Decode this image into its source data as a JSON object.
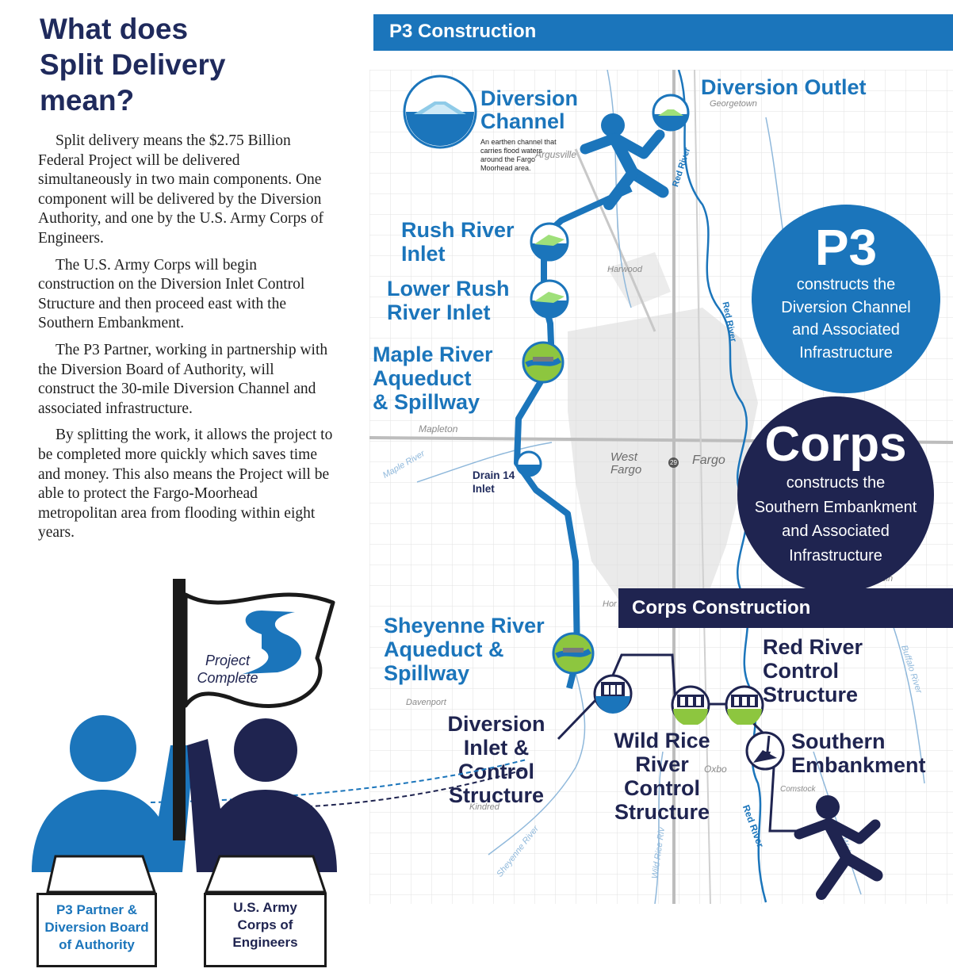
{
  "heading": {
    "line1": "What does",
    "line2": "Split Delivery",
    "line3": "mean?"
  },
  "paragraphs": [
    "Split delivery means the $2.75 Billion Federal Project will be delivered simultaneously in two main components. One component will be delivered by the Diversion Authority, and one by the U.S. Army Corps of Engineers.",
    "The U.S. Army Corps will begin construction on the Diversion Inlet Control Structure and then proceed east with the Southern Embankment.",
    "The P3 Partner, working in partnership with the Diversion Board of Authority, will construct the 30-mile Diversion Channel and associated infrastructure.",
    "By splitting the work, it allows the project to be completed more quickly which saves time and money. This also means the Project will be able to protect the Fargo-Moorhead metropolitan area from flooding within eight years."
  ],
  "banners": {
    "p3": "P3 Construction",
    "corps": "Corps Construction"
  },
  "channel": {
    "line1": "Diversion",
    "line2": "Channel",
    "desc": "An earthen channel that carries flood waters around the Fargo Moorhead area."
  },
  "labels": {
    "outlet": "Diversion Outlet",
    "rush_1": "Rush River",
    "rush_2": "Inlet",
    "lower_1": "Lower Rush",
    "lower_2": "River Inlet",
    "maple_1": "Maple River",
    "maple_2": "Aqueduct",
    "maple_3": "& Spillway",
    "drain_1": "Drain 14",
    "drain_2": "Inlet",
    "sheyenne_1": "Sheyenne River",
    "sheyenne_2": "Aqueduct &",
    "sheyenne_3": "Spillway",
    "inlet_1": "Diversion",
    "inlet_2": "Inlet &",
    "inlet_3": "Control",
    "inlet_4": "Structure",
    "wild_1": "Wild Rice",
    "wild_2": "River",
    "wild_3": "Control",
    "wild_4": "Structure",
    "redctrl_1": "Red River",
    "redctrl_2": "Control",
    "redctrl_3": "Structure",
    "southern_1": "Southern",
    "southern_2": "Embankment"
  },
  "towns": {
    "georgetown": "Georgetown",
    "argusville": "Argusville",
    "harwood": "Harwood",
    "mapleton": "Mapleton",
    "west_fargo_1": "West",
    "west_fargo_2": "Fargo",
    "fargo": "Fargo",
    "horace": "Hor",
    "sabin": "Sabin",
    "davenport": "Davenport",
    "kindred": "Kindred",
    "oxbow": "Oxbo",
    "comstock": "Comstock",
    "i29": "29"
  },
  "rivers": {
    "red_1": "Red River",
    "red_2": "Red River",
    "red_3": "Red River",
    "maple": "Maple River",
    "sheyenne": "Sheyenne River",
    "wild_rice": "Wild Rice Riv",
    "buffalo": "Buffalo River",
    "wolverton": "Wolvert"
  },
  "p3_circle": {
    "big": "P3",
    "l1": "constructs the",
    "l2": "Diversion Channel",
    "l3": "and Associated",
    "l4": "Infrastructure"
  },
  "corps_circle": {
    "big": "Corps",
    "l1": "constructs the",
    "l2": "Southern Embankment",
    "l3": "and Associated",
    "l4": "Infrastructure"
  },
  "flag": {
    "line1": "Project",
    "line2": "Complete"
  },
  "box_p3": {
    "l1": "P3 Partner &",
    "l2": "Diversion Board",
    "l3": "of Authority"
  },
  "box_corps": {
    "l1": "U.S. Army",
    "l2": "Corps of",
    "l3": "Engineers"
  },
  "colors": {
    "p3_blue": "#1b75bb",
    "corps_navy": "#1f2450",
    "heading_navy": "#1f2a5c"
  }
}
